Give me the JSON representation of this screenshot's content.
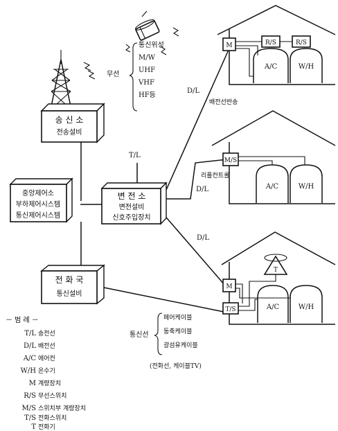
{
  "station_transmit": {
    "line1": "송 신 소",
    "line2": "전송설비"
  },
  "central_control": {
    "line1": "중앙제어소",
    "line2": "부하제어시스템",
    "line3": "통신제어시스템"
  },
  "substation": {
    "line1": "변 전 소",
    "line2": "변전설비",
    "line3": "신호주입장치"
  },
  "telephone_office": {
    "line1": "전 화 국",
    "line2": "통신설비"
  },
  "wireless": {
    "label": "무선",
    "items": [
      "통신위성",
      "M/W",
      "UHF",
      "VHF",
      "HF등"
    ]
  },
  "lines": {
    "tl": "T/L",
    "dl_top": "D/L",
    "dl_mid": "D/L",
    "dl_bottom": "D/L"
  },
  "notes": {
    "carrier": "배전선반송",
    "ripple": "리플컨트롤"
  },
  "houses": {
    "top": {
      "m": "M",
      "rs1": "R/S",
      "rs2": "R/S",
      "ac": "A/C",
      "wh": "W/H"
    },
    "middle": {
      "ms": "M/S",
      "ac": "A/C",
      "wh": "W/H"
    },
    "bottom": {
      "m": "M",
      "ts": "T/S",
      "t": "T",
      "ac": "A/C",
      "wh": "W/H"
    }
  },
  "comm_lines": {
    "label": "통신선",
    "items": [
      "페어케이블",
      "동축케이블",
      "광섬유케이블"
    ],
    "note": "(전화선, 케이블TV)"
  },
  "legend": {
    "title": "－ 범 례 －",
    "items": [
      {
        "key": "T/L",
        "desc": "송전선"
      },
      {
        "key": "D/L",
        "desc": "배전선"
      },
      {
        "key": "A/C",
        "desc": "에어컨"
      },
      {
        "key": "W/H",
        "desc": "온수기"
      },
      {
        "key": "M",
        "desc": "계량장치"
      },
      {
        "key": "R/S",
        "desc": "무선스위치"
      },
      {
        "key": "M/S",
        "desc": "스위치부 계량장치"
      },
      {
        "key": "T/S",
        "desc": "전화스위치"
      },
      {
        "key": "T",
        "desc": "전화기"
      }
    ]
  }
}
